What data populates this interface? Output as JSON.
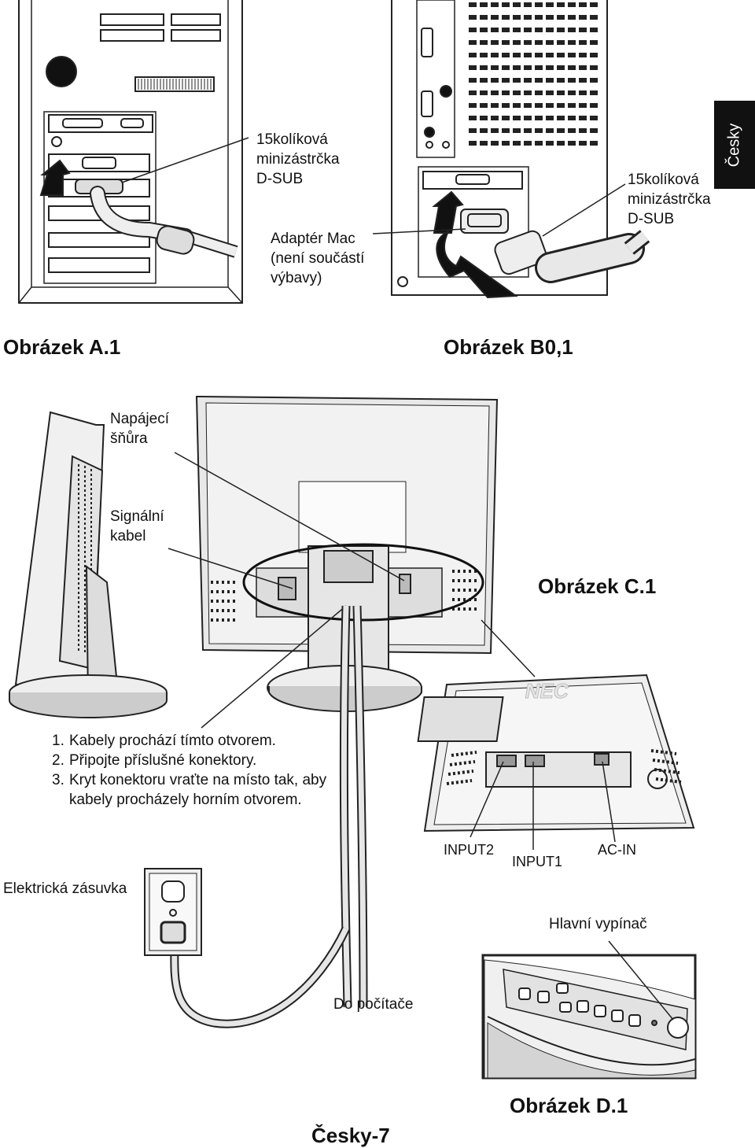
{
  "language_tab": "Česky",
  "figure_a": {
    "caption": "Obrázek A.1",
    "connector_label": "15kolíková\nminizástrčka\nD-SUB",
    "adapter_label": "Adaptér Mac\n(není součástí\nvýbavy)"
  },
  "figure_b": {
    "caption": "Obrázek B0,1",
    "connector_label": "15kolíková\nminizástrčka\nD-SUB"
  },
  "figure_c": {
    "caption": "Obrázek C.1",
    "power_cord_label": "Napájecí\nšňůra",
    "signal_cable_label": "Signální\nkabel",
    "steps": [
      {
        "num": "1.",
        "text": "Kabely prochází tímto otvorem."
      },
      {
        "num": "2.",
        "text": "Připojte příslušné konektory."
      },
      {
        "num": "3.",
        "text": "Kryt konektoru vraťte na místo tak, aby kabely procházely horním otvorem."
      }
    ],
    "outlet_label": "Elektrická zásuvka",
    "computer_label": "Do počítače",
    "port_labels": {
      "input2": "INPUT2",
      "input1": "INPUT1",
      "ac_in": "AC-IN"
    },
    "logo_text": "NEC"
  },
  "figure_d": {
    "caption": "Obrázek D.1",
    "main_switch_label": "Hlavní vypínač"
  },
  "page_number": "Česky-7"
}
